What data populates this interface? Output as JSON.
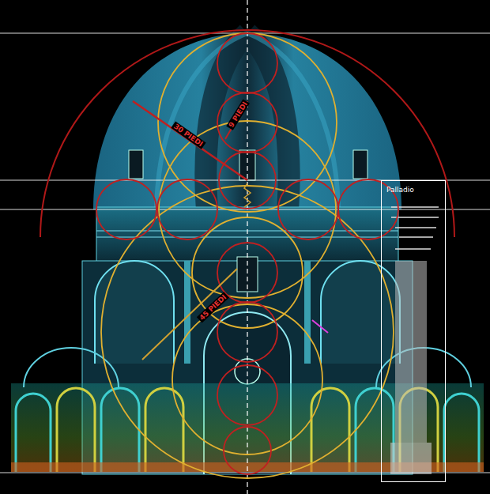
{
  "diagram": {
    "nodes": [
      {
        "text": [
          "Palladio"
        ]
      }
    ],
    "labels": [
      "9 PIEDI",
      "30 PIEDI",
      "45 PIEDI"
    ]
  }
}
